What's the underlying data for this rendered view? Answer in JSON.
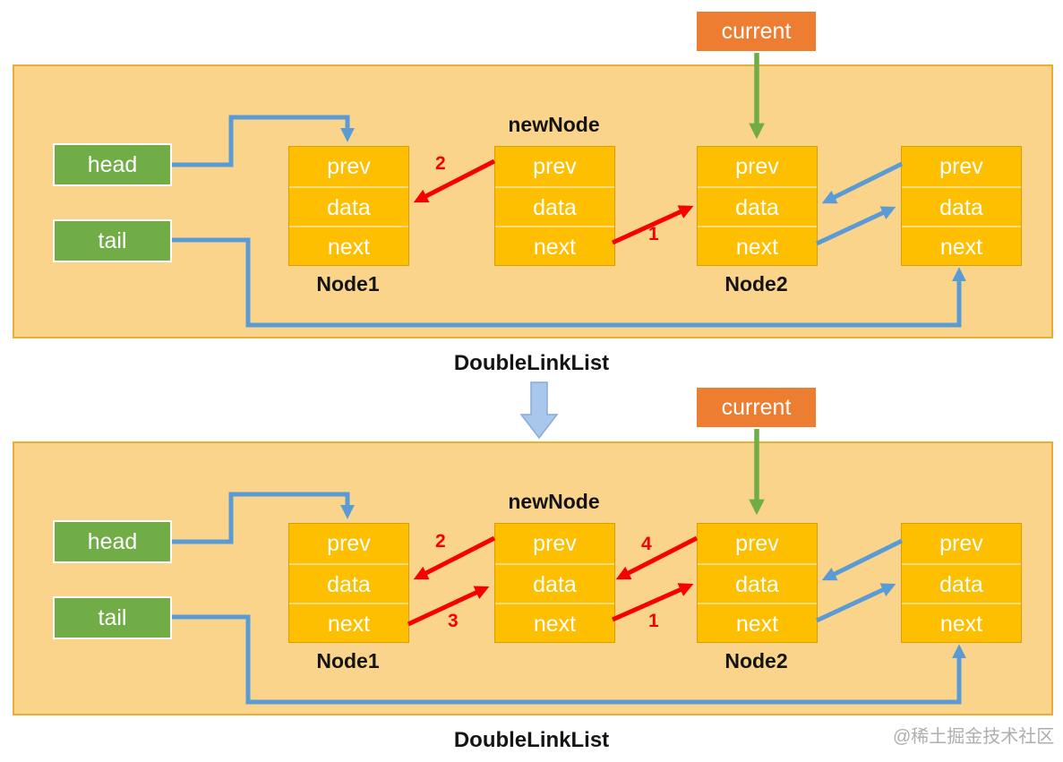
{
  "watermark": "@稀土掘金技术社区",
  "colors": {
    "panel_fill": "#FBD48C",
    "panel_border": "#E8AE3C",
    "node_fill": "#FEBF00",
    "pointer_green": "#70AD47",
    "current_orange": "#ED7D31",
    "link_blue": "#5B9BD5",
    "step_red": "#FF0000",
    "transition_arrow_blue": "#A9C7EA"
  },
  "panels": [
    {
      "caption": "DoubleLinkList",
      "current_label": "current",
      "head_label": "head",
      "tail_label": "tail",
      "new_node_title": "newNode",
      "node1_title": "Node1",
      "node2_title": "Node2",
      "cells": [
        "prev",
        "data",
        "next"
      ],
      "steps": {
        "1": "1",
        "2": "2"
      }
    },
    {
      "caption": "DoubleLinkList",
      "current_label": "current",
      "head_label": "head",
      "tail_label": "tail",
      "new_node_title": "newNode",
      "node1_title": "Node1",
      "node2_title": "Node2",
      "cells": [
        "prev",
        "data",
        "next"
      ],
      "steps": {
        "1": "1",
        "2": "2",
        "3": "3",
        "4": "4"
      }
    }
  ]
}
